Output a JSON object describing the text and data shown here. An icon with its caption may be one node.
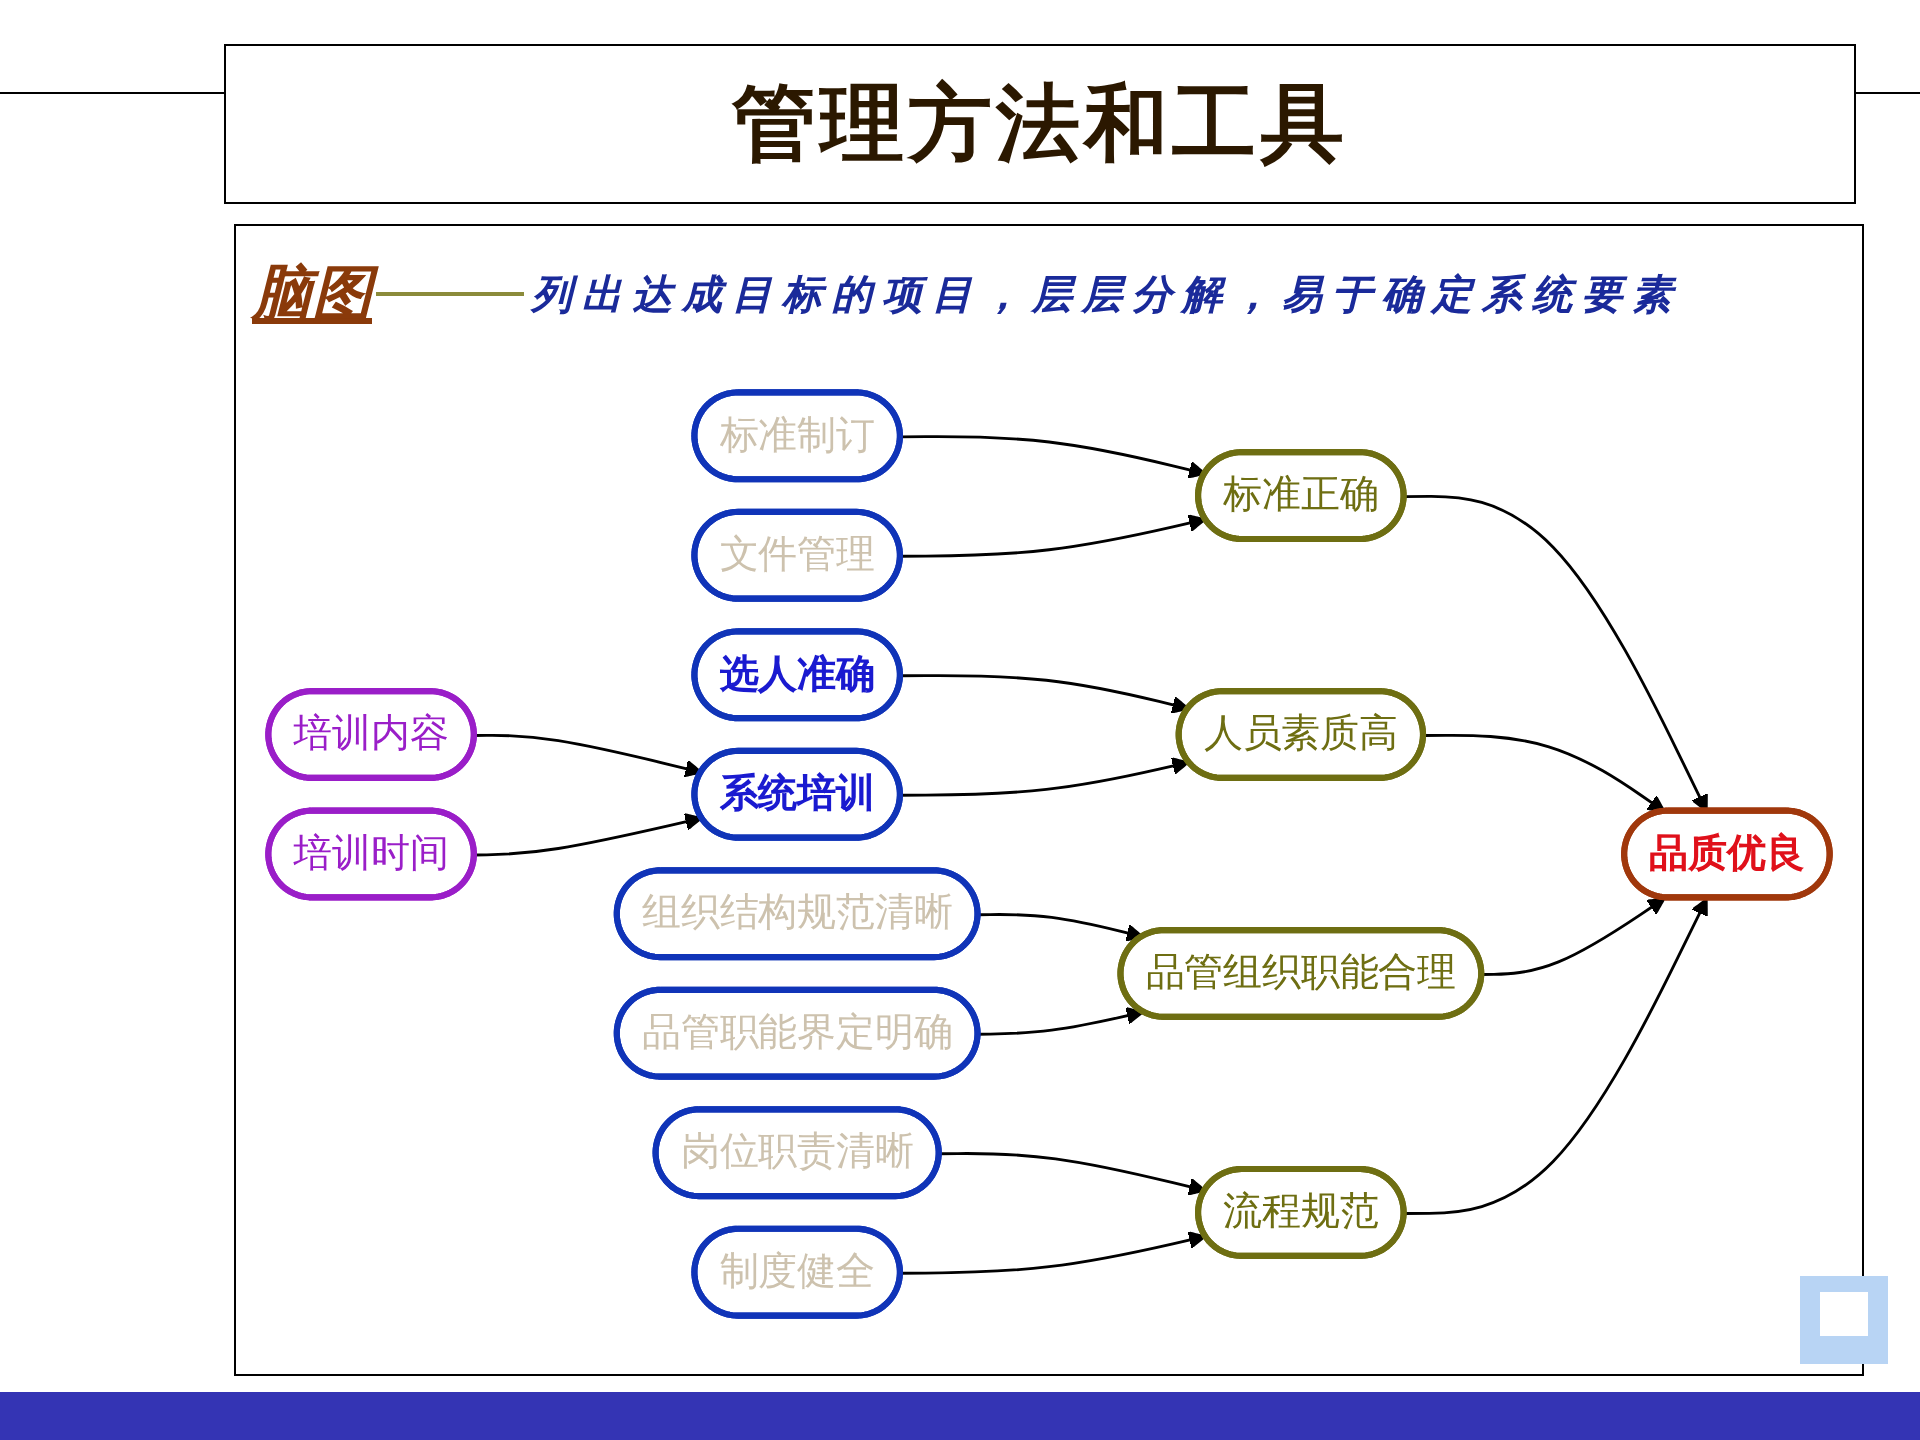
{
  "diagram": {
    "title": "管理方法和工具",
    "nodes": [
      {
        "text": [
          "培训内容"
        ]
      },
      {
        "text": [
          "标准制订"
        ]
      },
      {
        "text": [
          "选人准确"
        ]
      },
      {
        "text": [
          "文件管理"
        ]
      },
      {
        "text": [
          "系统培训"
        ]
      },
      {
        "text": [
          "培训时间"
        ]
      },
      {
        "text": [
          "人员素质高"
        ]
      },
      {
        "text": [
          "标准正确"
        ]
      },
      {
        "text": [
          "品质优良"
        ]
      },
      {
        "text": [
          "岗位职责清晰"
        ]
      },
      {
        "text": [
          "组织结构规范清晰"
        ]
      },
      {
        "text": [
          "品管组织职能合理"
        ]
      },
      {
        "text": [
          "流程规范"
        ]
      },
      {
        "text": [
          "制度健全"
        ]
      },
      {
        "text": [
          "品管职能界定明确"
        ]
      }
    ],
    "edges": [
      {
        "from": 0,
        "to": 4,
        "arrow": "to"
      },
      {
        "from": 1,
        "to": 7,
        "arrow": "to"
      },
      {
        "from": 2,
        "to": 6,
        "arrow": "to"
      },
      {
        "from": 3,
        "to": 7,
        "arrow": "to"
      },
      {
        "from": 5,
        "to": 4,
        "arrow": "to"
      },
      {
        "from": 4,
        "to": 6,
        "arrow": "to"
      },
      {
        "from": 7,
        "to": 8,
        "arrow": "to"
      },
      {
        "from": 6,
        "to": 8,
        "arrow": "to"
      },
      {
        "from": 9,
        "to": 12,
        "arrow": "to"
      },
      {
        "from": 10,
        "to": 11,
        "arrow": "to"
      },
      {
        "from": 11,
        "to": 8,
        "arrow": "to"
      },
      {
        "from": 12,
        "to": 8,
        "arrow": "to"
      },
      {
        "from": 13,
        "to": 12,
        "arrow": "to"
      },
      {
        "from": 14,
        "to": 11,
        "arrow": "to"
      }
    ],
    "labels": [
      "脑图",
      "列出达成目标的项目，层层分解，易于确定系统要素"
    ]
  }
}
